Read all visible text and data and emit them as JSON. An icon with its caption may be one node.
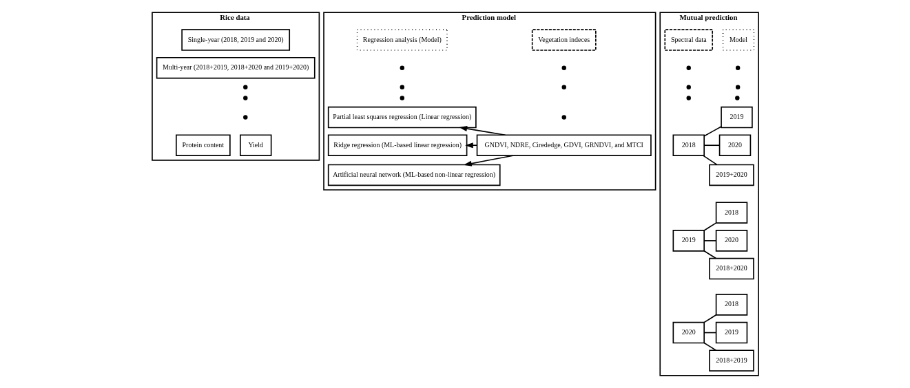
{
  "diagram": {
    "nodes": [
      {
        "text": [
          "Rice data"
        ]
      },
      {
        "text": [
          "Single-year (2018, 2019 and 2020)"
        ],
        "in": 0
      },
      {
        "text": [
          "Multi-year (2018+2019, 2018+2020 and 2019+2020)"
        ],
        "in": 0
      },
      {
        "text": [
          "Yield"
        ],
        "in": 0
      },
      {
        "text": [
          "Protein content"
        ],
        "in": 0
      },
      {
        "text": [
          "Prediction model"
        ]
      },
      {
        "text": [
          "Vegetation indeces"
        ],
        "in": 5
      },
      {
        "text": [
          "Regression analysis (Model)"
        ],
        "in": 5
      },
      {
        "text": [
          "GNDVI, NDRE, Cirededge, GDVI, GRNDVI, and MTCI"
        ],
        "in": 5
      },
      {
        "text": [
          "Partial least squares regression (Linear regression)"
        ],
        "in": 5
      },
      {
        "text": [
          "Ridge regression (ML-based linear regression)"
        ],
        "in": 5
      },
      {
        "text": [
          "Artificial neural network (ML-based non-linear regression)"
        ],
        "in": 5
      },
      {
        "text": [
          "Mutual prediction"
        ]
      },
      {
        "text": [
          "Model"
        ],
        "in": 12
      },
      {
        "text": [
          "Spectral data"
        ],
        "in": 12
      },
      {
        "text": [
          "2019"
        ],
        "in": 12
      },
      {
        "text": [
          "2020"
        ],
        "in": 12
      },
      {
        "text": [
          "2019+2020"
        ],
        "in": 12
      },
      {
        "text": [
          "2018"
        ],
        "in": 12
      },
      {
        "text": [
          "2018"
        ],
        "in": 12
      },
      {
        "text": [
          "2020"
        ],
        "in": 12
      },
      {
        "text": [
          "2018+2020"
        ],
        "in": 12
      },
      {
        "text": [
          "2019"
        ],
        "in": 12
      },
      {
        "text": [
          "2018"
        ],
        "in": 12
      },
      {
        "text": [
          "2019"
        ],
        "in": 12
      },
      {
        "text": [
          "2018+2019"
        ],
        "in": 12
      },
      {
        "text": [
          "2020"
        ],
        "in": 12
      }
    ],
    "edges": [
      {
        "from": 8,
        "to": 9,
        "arrow": "to"
      },
      {
        "from": 8,
        "to": 10,
        "arrow": "to"
      },
      {
        "from": 8,
        "to": 11,
        "arrow": "to"
      },
      {
        "from": 15,
        "to": 18,
        "arrow": "none"
      },
      {
        "from": 16,
        "to": 18,
        "arrow": "none"
      },
      {
        "from": 17,
        "to": 18,
        "arrow": "none"
      },
      {
        "from": 19,
        "to": 22,
        "arrow": "none"
      },
      {
        "from": 20,
        "to": 22,
        "arrow": "none"
      },
      {
        "from": 21,
        "to": 22,
        "arrow": "none"
      },
      {
        "from": 23,
        "to": 26,
        "arrow": "none"
      },
      {
        "from": 24,
        "to": 26,
        "arrow": "none"
      },
      {
        "from": 25,
        "to": 26,
        "arrow": "none"
      }
    ]
  }
}
